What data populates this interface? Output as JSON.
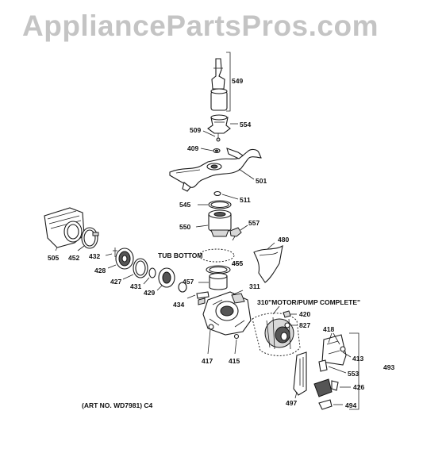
{
  "watermark": "AppliancePartsPros.com",
  "art_number": "(ART NO. WD7981) C4",
  "callouts": {
    "tub_bottom": "TUB BOTTOM",
    "motor_pump": "310\"MOTOR/PUMP COMPLETE\""
  },
  "part_numbers": [
    "549",
    "554",
    "509",
    "409",
    "501",
    "511",
    "545",
    "557",
    "550",
    "480",
    "505",
    "452",
    "432",
    "428",
    "427",
    "431",
    "429",
    "455",
    "457",
    "434",
    "311",
    "420",
    "827",
    "418",
    "413",
    "553",
    "493",
    "426",
    "494",
    "497",
    "417",
    "415"
  ]
}
